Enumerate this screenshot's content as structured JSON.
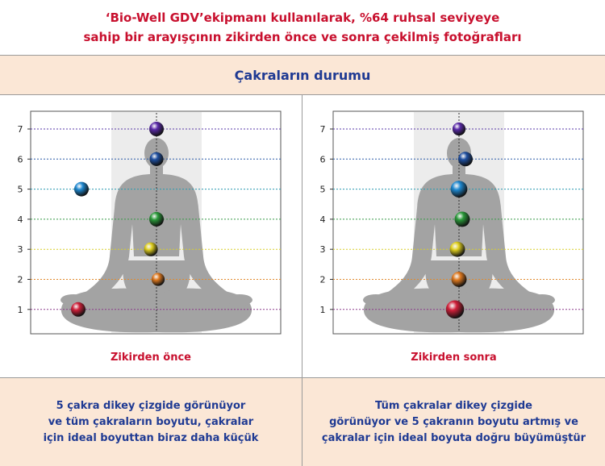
{
  "header": {
    "title_line1": "‘Bio-Well GDV’ekipmanı kullanılarak, %64 ruhsal seviyeye",
    "title_line2": "sahip bir arayışçının zikirden önce ve sonra çekilmiş fotoğrafları"
  },
  "section_title": "Çakraların durumu",
  "levels": [
    "1",
    "2",
    "3",
    "4",
    "5",
    "6",
    "7"
  ],
  "line_colors": {
    "1": "#8b3a8b",
    "2": "#e08a2e",
    "3": "#d8cf2a",
    "4": "#3a9a4a",
    "5": "#2a9ab0",
    "6": "#2a5aa8",
    "7": "#5a3aa8"
  },
  "panels": [
    {
      "caption": "Zikirden önce",
      "description_lines": [
        "5 çakra dikey çizgide görünüyor",
        "ve tüm çakraların boyutu, çakralar",
        "için ideal boyuttan biraz daha küçük"
      ],
      "chakras": [
        {
          "level": 7,
          "offset": 0,
          "size": 1.0,
          "color": "#5a2aa8"
        },
        {
          "level": 6,
          "offset": 0,
          "size": 0.95,
          "color": "#1e4fa0"
        },
        {
          "level": 5,
          "offset": -93,
          "size": 1.0,
          "color": "#1e88d0"
        },
        {
          "level": 4,
          "offset": 0,
          "size": 1.0,
          "color": "#2a9a3a"
        },
        {
          "level": 3,
          "offset": -7,
          "size": 0.95,
          "color": "#e0d020"
        },
        {
          "level": 2,
          "offset": 2,
          "size": 0.9,
          "color": "#e07a20"
        },
        {
          "level": 1,
          "offset": -97,
          "size": 1.0,
          "color": "#d0203a"
        }
      ]
    },
    {
      "caption": "Zikirden sonra",
      "description_lines": [
        "Tüm çakralar dikey çizgide",
        "görünüyor ve 5 çakranın boyutu artmış ve",
        "çakralar için ideal boyuta doğru büyümüştür"
      ],
      "chakras": [
        {
          "level": 7,
          "offset": 0,
          "size": 0.9,
          "color": "#5a2aa8"
        },
        {
          "level": 6,
          "offset": 8,
          "size": 1.0,
          "color": "#1e4fa0"
        },
        {
          "level": 5,
          "offset": 0,
          "size": 1.15,
          "color": "#1e88d0"
        },
        {
          "level": 4,
          "offset": 4,
          "size": 1.05,
          "color": "#2a9a3a"
        },
        {
          "level": 3,
          "offset": -2,
          "size": 1.05,
          "color": "#e0d020"
        },
        {
          "level": 2,
          "offset": 0,
          "size": 1.05,
          "color": "#e07a20"
        },
        {
          "level": 1,
          "offset": -5,
          "size": 1.25,
          "color": "#d0203a"
        }
      ]
    }
  ]
}
